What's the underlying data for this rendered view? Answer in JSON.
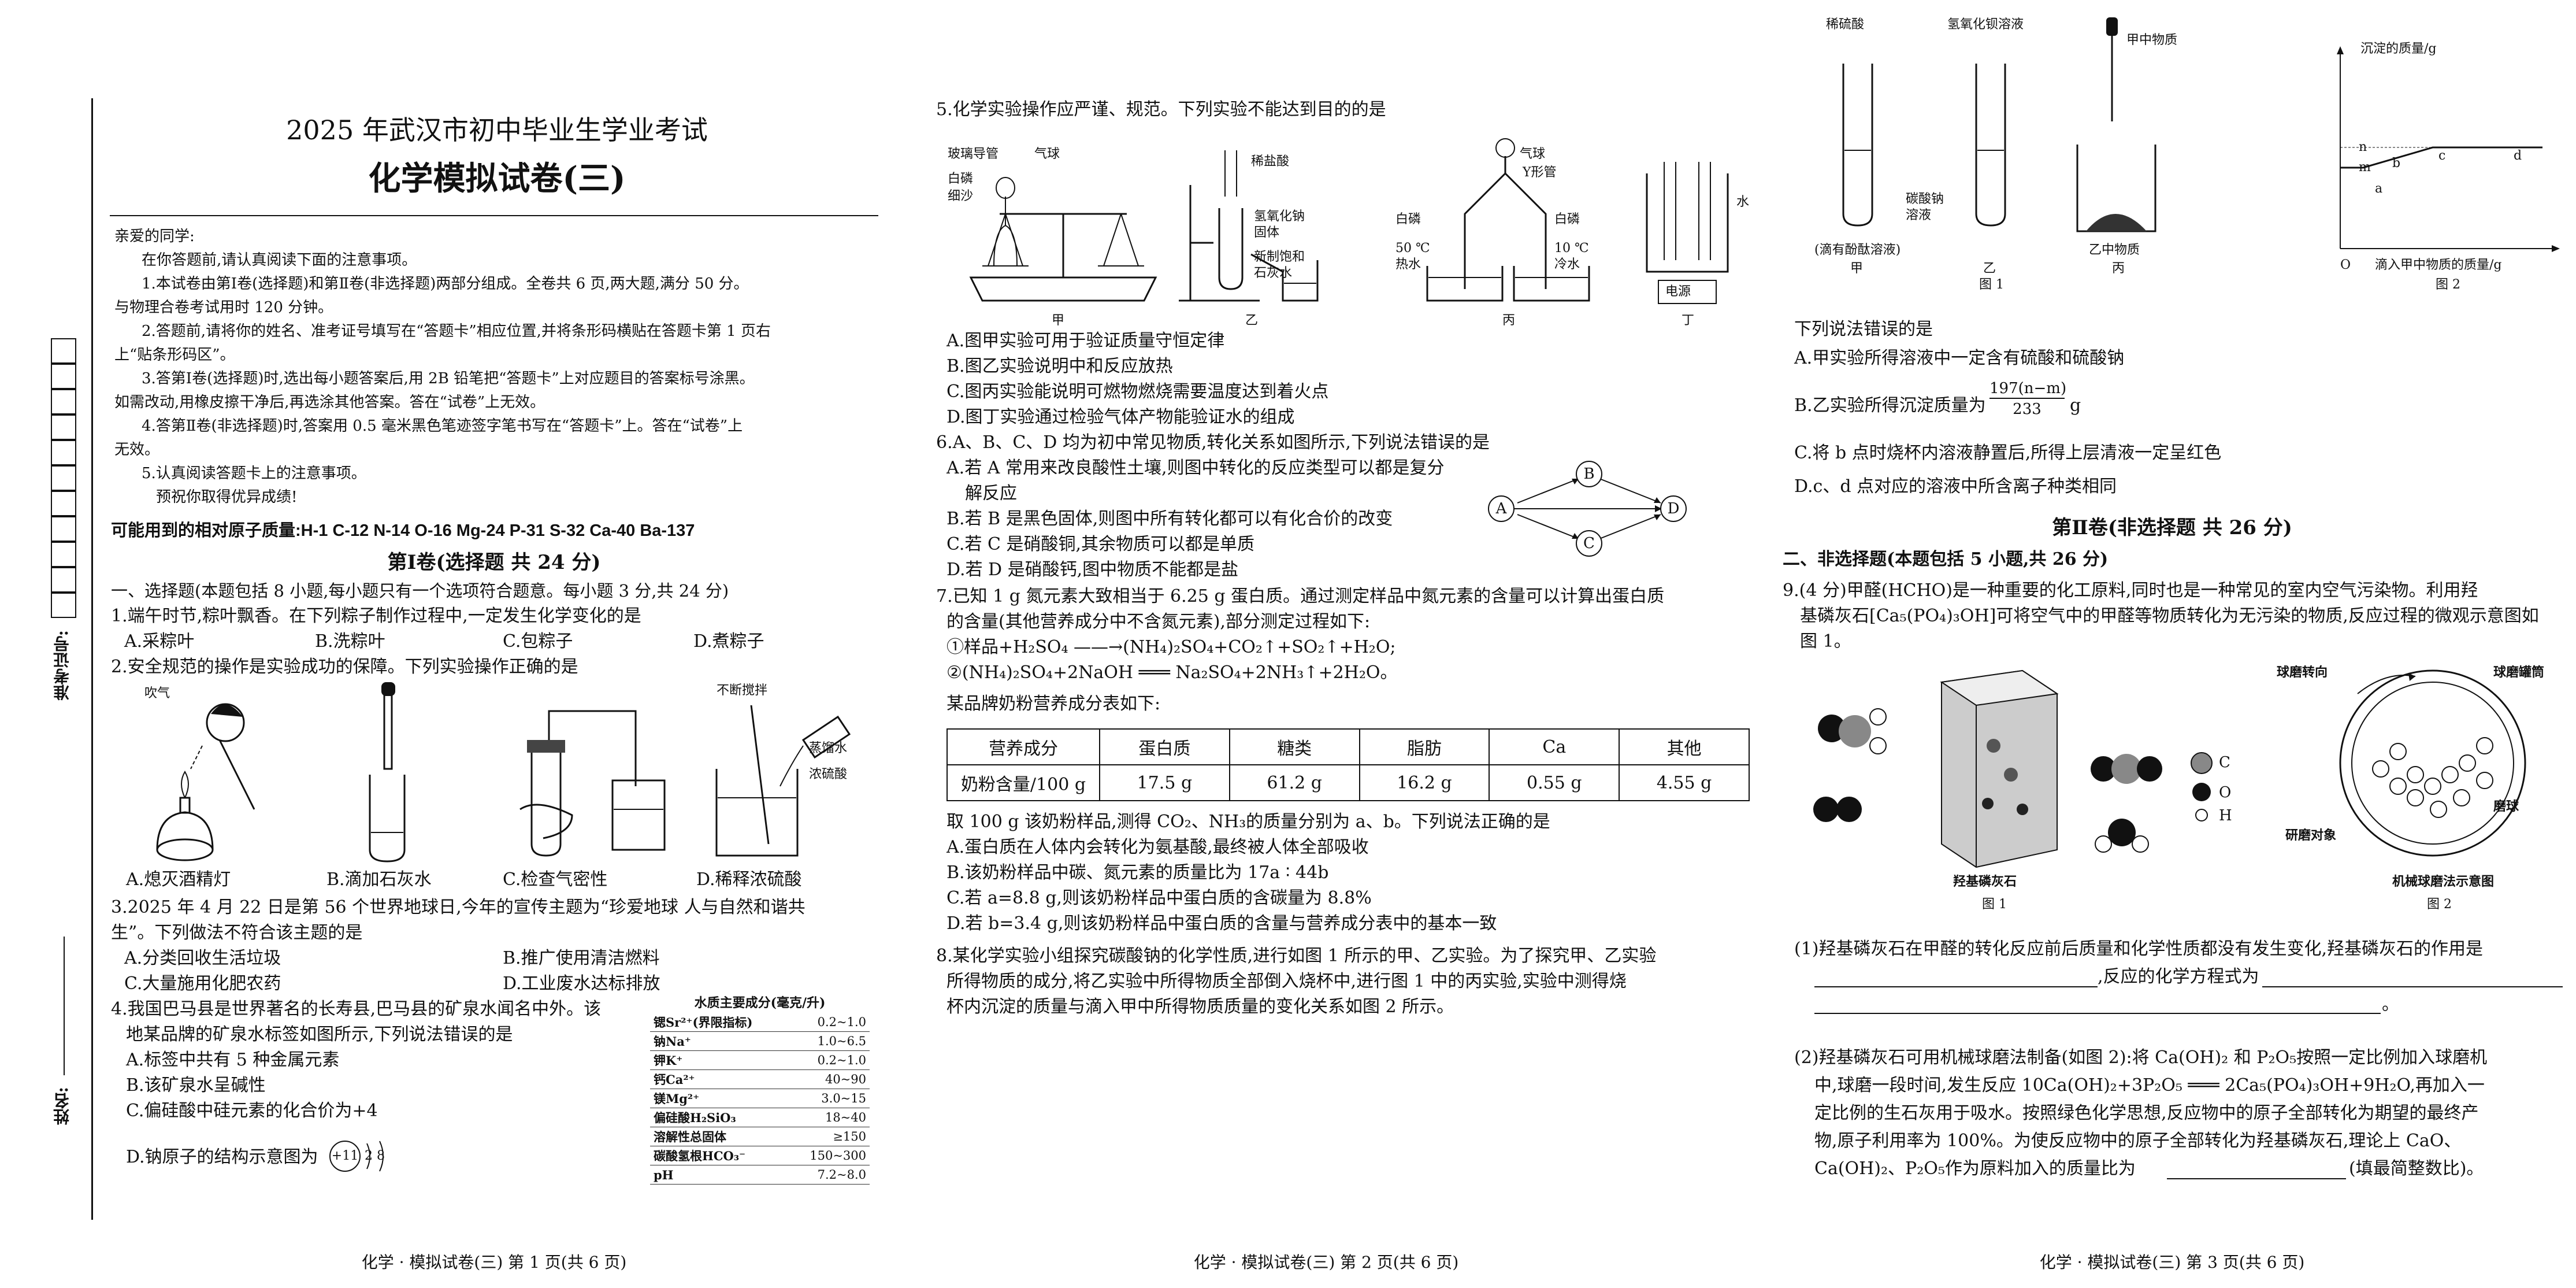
{
  "page1": {
    "binding": {
      "zkz_label": "准考证号:",
      "name_label": "姓名:"
    },
    "title1": "2025 年武汉市初中毕业生学业考试",
    "title2": "化学模拟试卷(三)",
    "notice": [
      "亲爱的同学:",
      "在你答题前,请认真阅读下面的注意事项。",
      "1.本试卷由第Ⅰ卷(选择题)和第Ⅱ卷(非选择题)两部分组成。全卷共 6 页,两大题,满分 50 分。",
      "与物理合卷考试用时 120 分钟。",
      "2.答题前,请将你的姓名、准考证号填写在“答题卡”相应位置,并将条形码横贴在答题卡第 1 页右",
      "上“贴条形码区”。",
      "3.答第Ⅰ卷(选择题)时,选出每小题答案后,用 2B 铅笔把“答题卡”上对应题目的答案标号涂黑。",
      "如需改动,用橡皮擦干净后,再选涂其他答案。答在“试卷”上无效。",
      "4.答第Ⅱ卷(非选择题)时,答案用 0.5 毫米黑色笔迹签字笔书写在“答题卡”上。答在“试卷”上",
      "无效。",
      "5.认真阅读答题卡上的注意事项。",
      "预祝你取得优异成绩!"
    ],
    "atomic_mass": "可能用到的相对原子质量:H-1   C-12   N-14   O-16   Mg-24   P-31   S-32   Ca-40   Ba-137",
    "section1_title": "第Ⅰ卷(选择题   共 24 分)",
    "section1_desc": "一、选择题(本题包括 8 小题,每小题只有一个选项符合题意。每小题 3 分,共 24 分)",
    "q1": {
      "stem": "1.端午时节,粽叶飘香。在下列粽子制作过程中,一定发生化学变化的是",
      "options": [
        "A.采粽叶",
        "B.洗粽叶",
        "C.包粽子",
        "D.煮粽子"
      ]
    },
    "q2": {
      "stem": "2.安全规范的操作是实验成功的保障。下列实验操作正确的是",
      "img_labels": [
        "吹气",
        "不断搅拌",
        "蒸馏水",
        "浓硫酸"
      ],
      "options": [
        "A.熄灭酒精灯",
        "B.滴加石灰水",
        "C.检查气密性",
        "D.稀释浓硫酸"
      ]
    },
    "q3": {
      "stem1": "3.2025 年 4 月 22 日是第 56 个世界地球日,今年的宣传主题为“珍爱地球    人与自然和谐共",
      "stem2": "生”。下列做法不符合该主题的是",
      "options": [
        "A.分类回收生活垃圾",
        "B.推广使用清洁燃料",
        "C.大量施用化肥农药",
        "D.工业废水达标排放"
      ]
    },
    "q4": {
      "stem1": "4.我国巴马县是世界著名的长寿县,巴马县的矿泉水闻名中外。该",
      "stem2": "地某品牌的矿泉水标签如图所示,下列说法错误的是",
      "options": [
        "A.标签中共有 5 种金属元素",
        "B.该矿泉水呈碱性",
        "C.偏硅酸中硅元素的化合价为+4",
        "D.钠原子的结构示意图为"
      ],
      "atom": {
        "nucleus": "+11",
        "shells": "2 8"
      },
      "table_title": "水质主要成分(毫克/升)",
      "table": [
        [
          "锶Sr²⁺(界限指标)",
          "0.2~1.0"
        ],
        [
          "钠Na⁺",
          "1.0~6.5"
        ],
        [
          "钾K⁺",
          "0.2~1.0"
        ],
        [
          "钙Ca²⁺",
          "40~90"
        ],
        [
          "镁Mg²⁺",
          "3.0~15"
        ],
        [
          "偏硅酸H₂SiO₃",
          "18~40"
        ],
        [
          "溶解性总固体",
          "≥150"
        ],
        [
          "碳酸氢根HCO₃⁻",
          "150~300"
        ],
        [
          "pH",
          "7.2~8.0"
        ]
      ]
    },
    "footer": "化学 · 模拟试卷(三)    第 1 页(共 6 页)"
  },
  "page2": {
    "q5": {
      "stem": "5.化学实验操作应严谨、规范。下列实验不能达到目的的是",
      "img_labels": [
        "玻璃导管",
        "气球",
        "白磷",
        "细沙",
        "稀盐酸",
        "氢氧化钠",
        "固体",
        "新制饱和",
        "石灰水",
        "气球",
        "Y形管",
        "白磷",
        "白磷",
        "50 ℃",
        "热水",
        "10 ℃",
        "冷水",
        "水",
        "电源",
        "甲",
        "乙",
        "丙",
        "丁"
      ],
      "options": [
        "A.图甲实验可用于验证质量守恒定律",
        "B.图乙实验说明中和反应放热",
        "C.图丙实验能说明可燃物燃烧需要温度达到着火点",
        "D.图丁实验通过检验气体产物能验证水的组成"
      ]
    },
    "q6": {
      "stem": "6.A、B、C、D 均为初中常见物质,转化关系如图所示,下列说法错误的是",
      "nodes": [
        "A",
        "B",
        "C",
        "D"
      ],
      "options": [
        "A.若 A 常用来改良酸性土壤,则图中转化的反应类型可以都是复分",
        "解反应",
        "B.若 B 是黑色固体,则图中所有转化都可以有化合价的改变",
        "C.若 C 是硝酸铜,其余物质可以都是单质",
        "D.若 D 是硝酸钙,图中物质不能都是盐"
      ]
    },
    "q7": {
      "stem1": "7.已知 1 g 氮元素大致相当于 6.25 g 蛋白质。通过测定样品中氮元素的含量可以计算出蛋白质",
      "stem2": "的含量(其他营养成分中不含氮元素),部分测定过程如下:",
      "eq1": "①样品+H₂SO₄ ——→(NH₄)₂SO₄+CO₂↑+SO₂↑+H₂O;",
      "eq2": "②(NH₄)₂SO₄+2NaOH ═══ Na₂SO₄+2NH₃↑+2H₂O。",
      "table_intro": "某品牌奶粉营养成分表如下:",
      "table_header": [
        "营养成分",
        "蛋白质",
        "糖类",
        "脂肪",
        "Ca",
        "其他"
      ],
      "table_row": [
        "奶粉含量/100 g",
        "17.5 g",
        "61.2 g",
        "16.2 g",
        "0.55 g",
        "4.55 g"
      ],
      "after": "取 100 g 该奶粉样品,测得 CO₂、NH₃的质量分别为 a、b。下列说法正确的是",
      "options": [
        "A.蛋白质在人体内会转化为氨基酸,最终被人体全部吸收",
        "B.该奶粉样品中碳、氮元素的质量比为 17a ∶ 44b",
        "C.若 a=8.8 g,则该奶粉样品中蛋白质的含碳量为 8.8%",
        "D.若 b=3.4 g,则该奶粉样品中蛋白质的含量与营养成分表中的基本一致"
      ]
    },
    "q8": {
      "stem1": "8.某化学实验小组探究碳酸钠的化学性质,进行如图 1 所示的甲、乙实验。为了探究甲、乙实验",
      "stem2": "所得物质的成分,将乙实验中所得物质全部倒入烧杯中,进行图 1 中的丙实验,实验中测得烧",
      "stem3": "杯内沉淀的质量与滴入甲中所得物质质量的变化关系如图 2 所示。"
    },
    "footer": "化学 · 模拟试卷(三)    第 2 页(共 6 页)"
  },
  "page3": {
    "fig1_labels": [
      "稀硫酸",
      "氢氧化钡溶液",
      "甲中物质",
      "碳酸钠",
      "溶液",
      "(滴有酚酞溶液)",
      "乙中物质",
      "甲",
      "乙",
      "丙",
      "图 1"
    ],
    "fig2": {
      "ylabel": "沉淀的质量/g",
      "xlabel": "滴入甲中物质的质量/g",
      "origin": "O",
      "ticks": [
        "n",
        "m"
      ],
      "points": [
        "a",
        "b",
        "c",
        "d"
      ],
      "caption": "图 2"
    },
    "q8_lead": "下列说法错误的是",
    "q8_options": [
      "A.甲实验所得溶液中一定含有硫酸和硫酸钠",
      "B.乙实验所得沉淀质量为",
      "C.将 b 点时烧杯内溶液静置后,所得上层清液一定呈红色",
      "D.c、d 点对应的溶液中所含离子种类相同"
    ],
    "q8_frac": {
      "num": "197(n−m)",
      "den": "233",
      "unit": "g"
    },
    "section2_title": "第Ⅱ卷(非选择题    共 26 分)",
    "section2_desc": "二、非选择题(本题包括 5 小题,共 26 分)",
    "q9": {
      "stem1": "9.(4 分)甲醛(HCHO)是一种重要的化工原料,同时也是一种常见的室内空气污染物。利用羟",
      "stem2": "基磷灰石[Ca₅(PO₄)₃OH]可将空气中的甲醛等物质转化为无污染的物质,反应过程的微观示意图如",
      "stem3": "图 1。",
      "fig1_labels": [
        "C",
        "O",
        "H",
        "羟基磷灰石",
        "图 1"
      ],
      "fig2_labels": [
        "球磨转向",
        "球磨罐筒",
        "磨球",
        "研磨对象",
        "机械球磨法示意图",
        "图 2"
      ],
      "sub1_a": "(1)羟基磷灰石在甲醛的转化反应前后质量和化学性质都没有发生变化,羟基磷灰石的作用是",
      "sub1_b": ",反应的化学方程式为",
      "sub1_c": "。",
      "sub2_a": "(2)羟基磷灰石可用机械球磨法制备(如图 2):将 Ca(OH)₂ 和 P₂O₅按照一定比例加入球磨机",
      "sub2_b": "中,球磨一段时间,发生反应 10Ca(OH)₂+3P₂O₅ ═══ 2Ca₅(PO₄)₃OH+9H₂O,再加入一",
      "sub2_c": "定比例的生石灰用于吸水。按照绿色化学思想,反应物中的原子全部转化为期望的最终产",
      "sub2_d": "物,原子利用率为 100%。为使反应物中的原子全部转化为羟基磷灰石,理论上 CaO、",
      "sub2_e": "Ca(OH)₂、P₂O₅作为原料加入的质量比为",
      "sub2_f": "(填最简整数比)。"
    },
    "footer": "化学 · 模拟试卷(三)    第 3 页(共 6 页)"
  }
}
